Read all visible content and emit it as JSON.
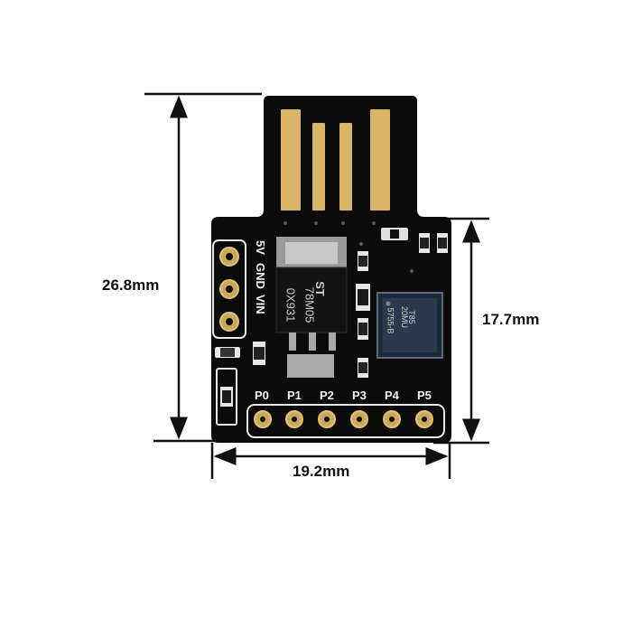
{
  "dimensions": {
    "height_total": "26.8mm",
    "height_board": "17.7mm",
    "width_board": "19.2mm"
  },
  "power_labels": {
    "vcc": "5V",
    "gnd": "GND",
    "vin": "VIN"
  },
  "io_pins": [
    "P0",
    "P1",
    "P2",
    "P3",
    "P4",
    "P5"
  ],
  "regulator_marking": {
    "logo": "ST",
    "line1": "78M05",
    "line2": "0X931"
  },
  "mcu_marking": {
    "line1": "T85",
    "line2": "20MU",
    "line3": "5755-B"
  },
  "colors": {
    "pcb": "#0b0b0b",
    "gold": "#d8b567",
    "pad_gold": "#c9a85a",
    "silk": "#f2f2f2"
  }
}
